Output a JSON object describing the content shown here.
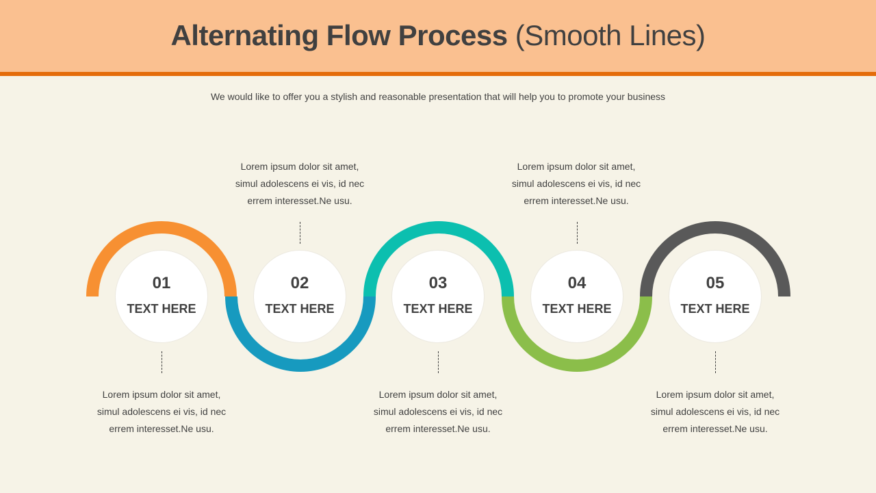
{
  "header": {
    "title_bold": "Alternating Flow Process",
    "title_light": "(Smooth Lines)",
    "background_color": "#fac090",
    "accent_bar_color": "#e46c0a"
  },
  "subtitle": "We would like to offer you a stylish and reasonable presentation that will help you to promote your business",
  "steps": [
    {
      "number": "01",
      "label": "TEXT HERE",
      "color": "#f79032",
      "arc": "top",
      "description_position": "below",
      "description": [
        "Lorem ipsum dolor sit amet,",
        "simul adolescens ei vis, id nec",
        "errem interesset.Ne usu."
      ]
    },
    {
      "number": "02",
      "label": "TEXT HERE",
      "color": "#179abf",
      "arc": "bottom",
      "description_position": "above",
      "description": [
        "Lorem ipsum dolor sit amet,",
        "simul adolescens ei vis, id nec",
        "errem interesset.Ne usu."
      ]
    },
    {
      "number": "03",
      "label": "TEXT HERE",
      "color": "#0cbfaf",
      "arc": "top",
      "description_position": "below",
      "description": [
        "Lorem ipsum dolor sit amet,",
        "simul adolescens ei vis, id nec",
        "errem interesset.Ne usu."
      ]
    },
    {
      "number": "04",
      "label": "TEXT HERE",
      "color": "#8bbe4a",
      "arc": "bottom",
      "description_position": "above",
      "description": [
        "Lorem ipsum dolor sit amet,",
        "simul adolescens ei vis, id nec",
        "errem interesset.Ne usu."
      ]
    },
    {
      "number": "05",
      "label": "TEXT HERE",
      "color": "#595959",
      "arc": "top",
      "description_position": "below",
      "description": [
        "Lorem ipsum dolor sit amet,",
        "simul adolescens ei vis, id nec",
        "errem interesset.Ne usu."
      ]
    }
  ]
}
